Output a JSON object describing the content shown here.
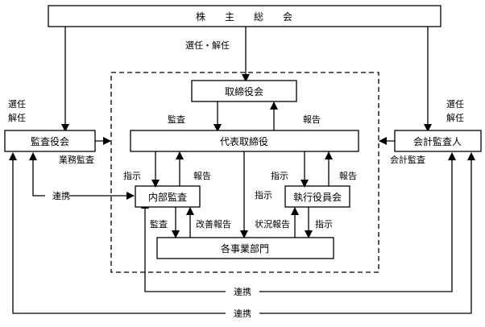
{
  "nodes": {
    "shareholders": "株　　主　　総　　会",
    "board": "取締役会",
    "representative_director": "代表取締役",
    "audit_board": "監査役会",
    "accounting_auditor": "会計監査人",
    "internal_audit": "内部監査",
    "executive_committee": "執行役員会",
    "business_divisions": "各事業部門"
  },
  "labels": {
    "appoint_dismiss": "選任・解任",
    "appoint_left_1": "選任",
    "appoint_left_2": "解任",
    "appoint_right_1": "選任",
    "appoint_right_2": "解任",
    "audit_board_to_rep": "監査",
    "report_rep_to_board": "報告",
    "business_audit": "業務監査",
    "accounting_audit": "会計監査",
    "instruct_internal": "指示",
    "report_internal": "報告",
    "instruct_exec": "指示",
    "report_exec": "報告",
    "instruct_rep_divisions": "指示",
    "cooperation_left": "連携",
    "audit_internal_div": "監査",
    "improvement_report": "改善報告",
    "status_report": "状況報告",
    "instruct_exec_div": "指示",
    "cooperation_inner": "連携",
    "cooperation_outer": "連携"
  }
}
